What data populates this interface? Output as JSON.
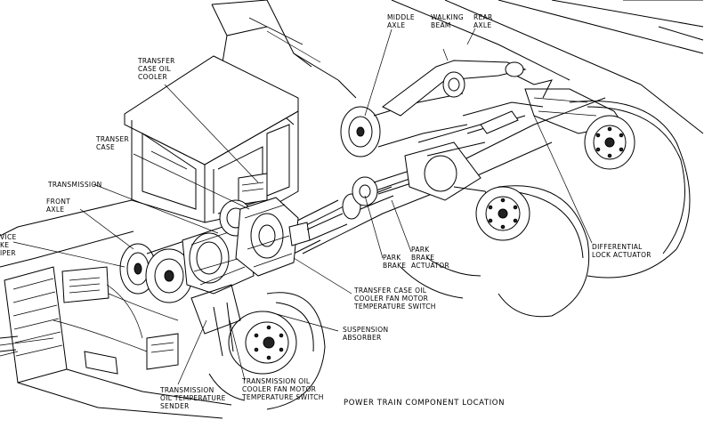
{
  "caption": "POWER TRAIN COMPONENT LOCATION",
  "labels": {
    "middle_axle": "MIDDLE\nAXLE",
    "walking_beam": "WALKING\nBEAM",
    "rear_axle": "REAR\nAXLE",
    "transfer_case_oil_cooler": "TRANSFER\nCASE OIL\nCOOLER",
    "transfer_case": "TRANSER\nCASE",
    "transmission": "TRANSMISSION",
    "front_axle": "FRONT\nAXLE",
    "service_brake_caliper": "VICE\nKE\nIPER",
    "park_brake": "PARK\nBRAKE",
    "park_brake_actuator": "PARK\nBRAKE\nACTUATOR",
    "differential_lock_actuator": "DIFFERENTIAL\nLOCK ACTUATOR",
    "transfer_case_fan_switch": "TRANSFER CASE OIL\nCOOLER FAN MOTOR\nTEMPERATURE SWITCH",
    "suspension_absorber": "SUSPENSION\nABSORBER",
    "transmission_oil_temp_sender": "TRANSMISSION\nOIL TEMPERATURE\nSENDER",
    "transmission_fan_switch": "TRANSMISSION OIL\nCOOLER FAN MOTOR\nTEMPERATURE SWITCH"
  }
}
